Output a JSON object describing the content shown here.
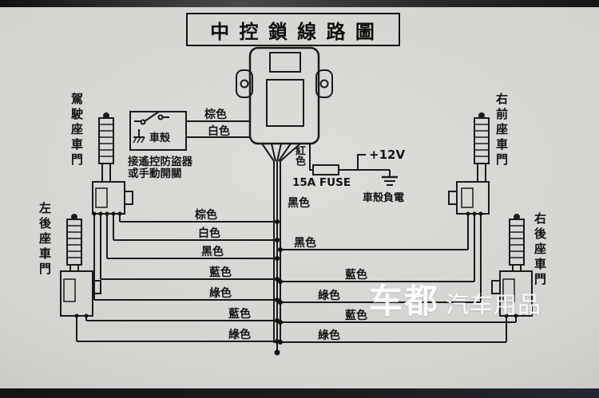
{
  "title": "中 控 鎖 線 路 圖",
  "doors": {
    "driver": "駕駛座車門",
    "left_rear": "左後座車門",
    "right_front": "右前座車門",
    "right_rear": "右後座車門"
  },
  "switch_box": {
    "chassis_label": "車殼",
    "note_line1": "接遙控防盜器",
    "note_line2": "或手動開關"
  },
  "top_wires": {
    "brown": "棕色",
    "white": "白色"
  },
  "power": {
    "red_wire": "紅色",
    "voltage": "+12V",
    "fuse": "15A FUSE",
    "ground": "車殼負電",
    "black_wire": "黑色"
  },
  "left_wires": [
    "棕色",
    "白色",
    "黑色",
    "藍色",
    "綠色",
    "藍色",
    "綠色"
  ],
  "right_wires": [
    "黑色",
    "藍色",
    "綠色",
    "藍色",
    "綠色"
  ],
  "watermark": {
    "brand": "车都",
    "sub": "汽车用品"
  },
  "colors": {
    "ink": "#1a1a1a",
    "paper": "#d6d5d1",
    "watermark": "#ffffff"
  }
}
